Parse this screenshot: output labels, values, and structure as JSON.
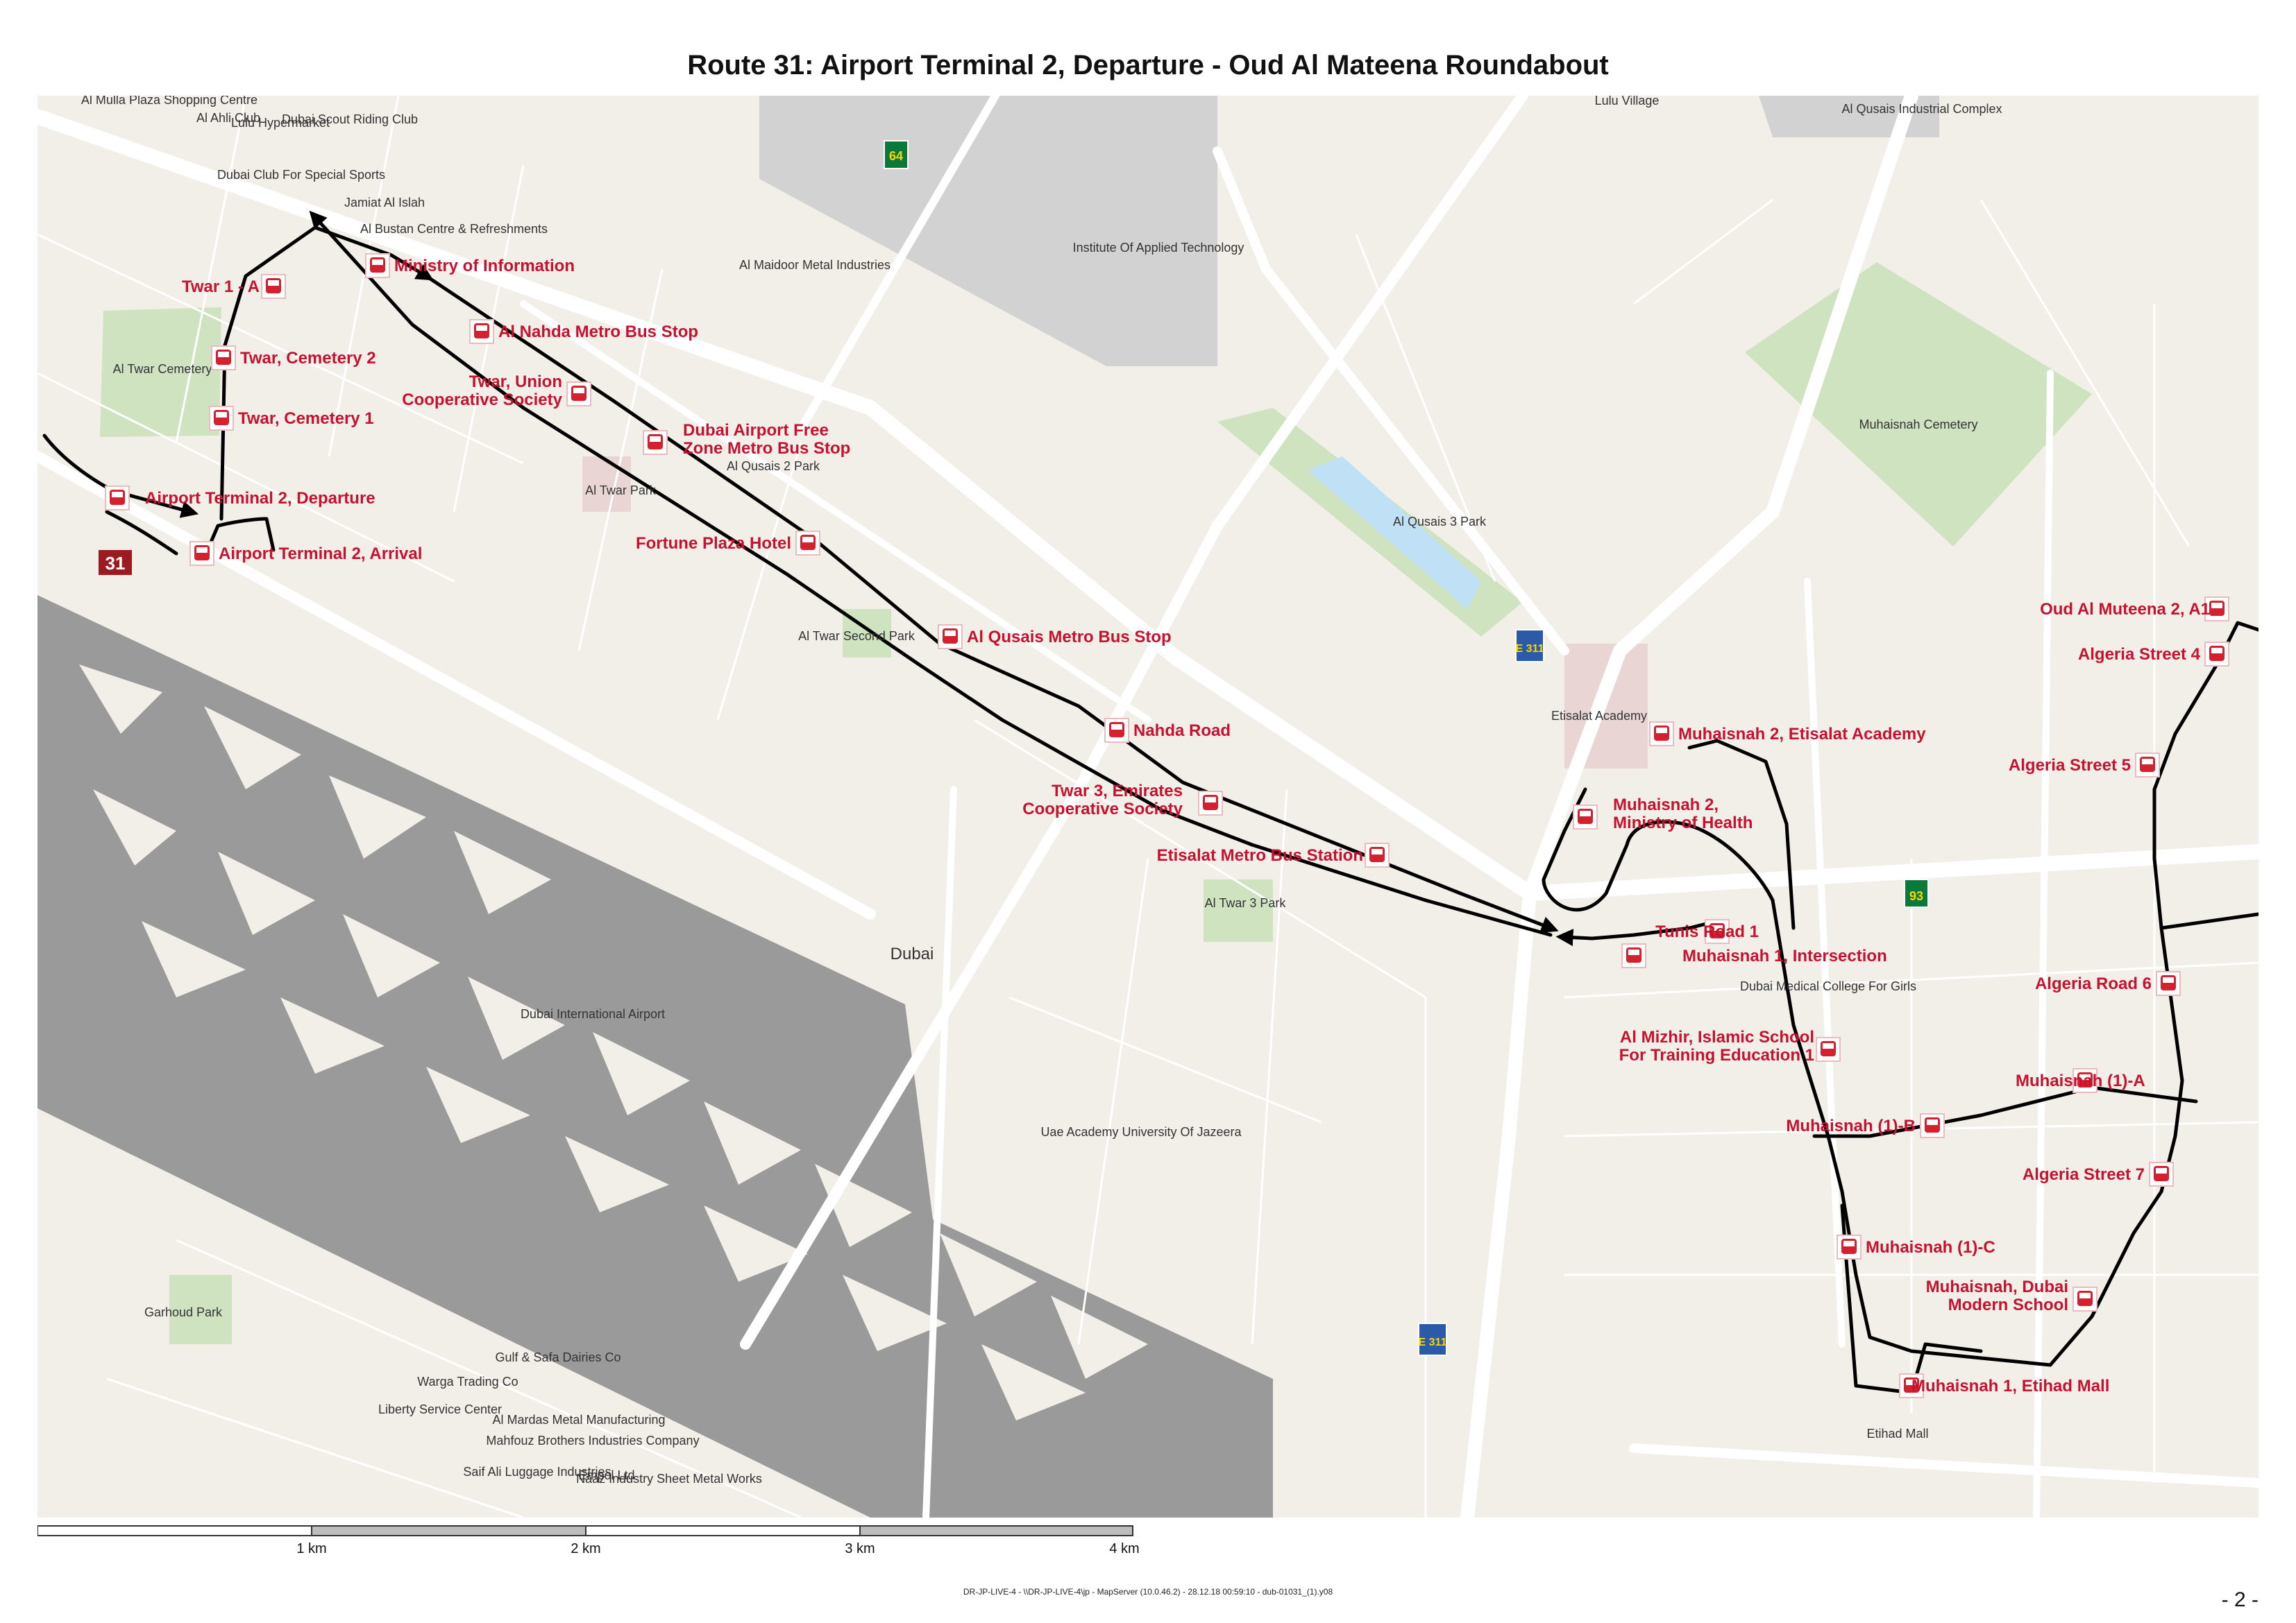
{
  "title": "Route 31: Airport Terminal 2, Departure - Oud Al Mateena Roundabout",
  "route_number": "31",
  "colors": {
    "stop_label": "#c4122f",
    "route_line": "#000000",
    "background": "#f2efe9",
    "airport": "#9a9a9a",
    "green": "#cfe3c0",
    "water": "#bfe0f5",
    "industrial": "#d2d2d2",
    "arrow": "#ff0000"
  },
  "stops": [
    {
      "id": "twar-1-a",
      "label": "Twar 1 - A"
    },
    {
      "id": "ministry-of-information",
      "label": "Ministry of Information"
    },
    {
      "id": "al-nahda-metro",
      "label": "Al Nahda Metro Bus Stop"
    },
    {
      "id": "twar-cemetery-2",
      "label": "Twar, Cemetery 2"
    },
    {
      "id": "twar-union-coop",
      "label": "Twar, Union Cooperative Society"
    },
    {
      "id": "twar-cemetery-1",
      "label": "Twar, Cemetery 1"
    },
    {
      "id": "dubai-airport-free-zone",
      "label": "Dubai Airport Free Zone Metro Bus Stop"
    },
    {
      "id": "airport-t2-departure",
      "label": "Airport Terminal 2, Departure"
    },
    {
      "id": "airport-t2-arrival",
      "label": "Airport Terminal 2, Arrival"
    },
    {
      "id": "fortune-plaza",
      "label": "Fortune Plaza Hotel"
    },
    {
      "id": "al-qusais-metro",
      "label": "Al Qusais Metro Bus Stop"
    },
    {
      "id": "nahda-road",
      "label": "Nahda Road"
    },
    {
      "id": "twar-3-emirates",
      "label": "Twar 3, Emirates Cooperative Society"
    },
    {
      "id": "etisalat-metro",
      "label": "Etisalat Metro Bus Station"
    },
    {
      "id": "muhaisnah-2-etisalat",
      "label": "Muhaisnah 2, Etisalat Academy"
    },
    {
      "id": "muhaisnah-2-moh",
      "label": "Muhaisnah 2, Ministry of Health"
    },
    {
      "id": "tunis-road-1",
      "label": "Tunis Road 1"
    },
    {
      "id": "muhaisnah-1-intersection",
      "label": "Muhaisnah 1, Intersection"
    },
    {
      "id": "al-mizhir-islamic",
      "label": "Al Mizhir, Islamic School For Training Education 1"
    },
    {
      "id": "muhaisnah-1-b",
      "label": "Muhaisnah (1)-B"
    },
    {
      "id": "muhaisnah-1-a",
      "label": "Muhaisnah (1)-A"
    },
    {
      "id": "muhaisnah-1-c",
      "label": "Muhaisnah (1)-C"
    },
    {
      "id": "muhaisnah-dubai-modern",
      "label": "Muhaisnah, Dubai Modern School"
    },
    {
      "id": "muhaisnah-1-etihad-mall",
      "label": "Muhaisnah 1, Etihad Mall"
    },
    {
      "id": "oud-al-muteena-2-a1",
      "label": "Oud Al Muteena 2, A1"
    },
    {
      "id": "algeria-street-4",
      "label": "Algeria Street 4"
    },
    {
      "id": "algeria-street-5",
      "label": "Algeria Street 5"
    },
    {
      "id": "algeria-road-6",
      "label": "Algeria Road 6"
    },
    {
      "id": "algeria-street-7",
      "label": "Algeria Street 7"
    }
  ],
  "places": [
    "Al Mulla Plaza Shopping Centre",
    "Al Ahli Club",
    "Lulu Hypermarket",
    "Dubai Scout Riding Club",
    "Dubai Club For Special Sports",
    "Jamiat Al Islah",
    "Al Bustan Centre & Refreshments",
    "Al Twar Cemetery",
    "Al Twar Park",
    "Al Qusais 2 Park",
    "Al Maidoor Metal Industries",
    "Institute Of Applied Technology",
    "Lulu Village",
    "Al Qusais Industrial Complex",
    "Muhaisnah Cemetery",
    "Al Qusais 3 Park",
    "Al Twar Second Park",
    "Etisalat Academy",
    "Al Twar 3 Park",
    "Dubai",
    "Dubai International Airport",
    "Dubai Medical College For Girls",
    "Uae Academy University Of Jazeera",
    "Garhoud Park",
    "Gulf & Safa Dairies Co",
    "Warga Trading Co",
    "Liberty Service Center",
    "Al Mardas Metal Manufacturing",
    "Mahfouz Brothers Industries Company",
    "Saif Ali Luggage Industries",
    "Empol Ltd",
    "Naaz Industry Sheet Metal Works",
    "Etihad Mall"
  ],
  "highways": [
    "64",
    "E 311",
    "93",
    "E 311"
  ],
  "scale": [
    "1 km",
    "2 km",
    "3 km",
    "4 km"
  ],
  "footer": "DR-JP-LIVE-4 - \\\\DR-JP-LIVE-4\\jp - MapServer (10.0.46.2) - 28.12.18 00:59:10 - dub-01031_(1).y08",
  "page_number": "- 2 -"
}
